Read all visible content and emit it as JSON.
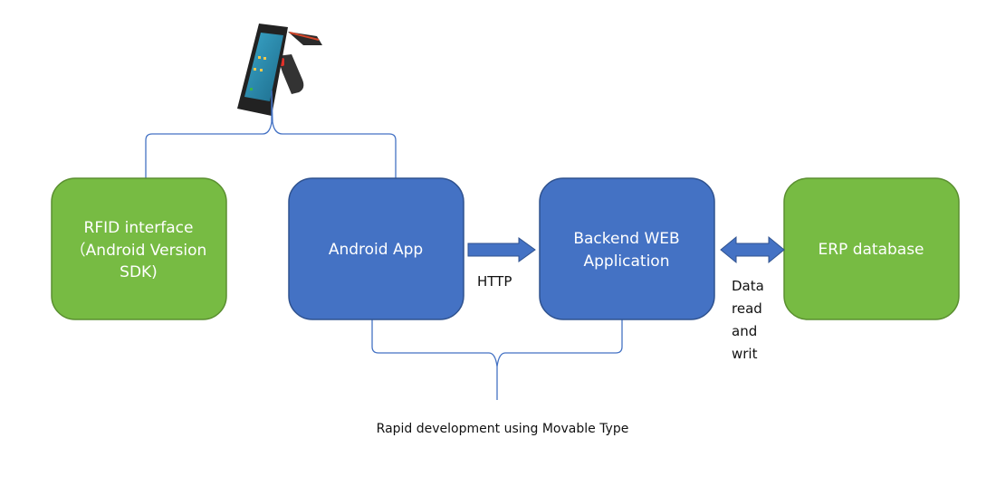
{
  "colors": {
    "green": "#77BB43",
    "green_border": "#5A8F30",
    "blue": "#4472C4",
    "blue_border": "#2F528F",
    "connector": "#4472C4"
  },
  "device": {
    "icon": "rfid-handheld-scanner-icon"
  },
  "nodes": {
    "rfid": {
      "lines": [
        "RFID interface",
        "（Android Version",
        "SDK)"
      ]
    },
    "android": {
      "lines": [
        "Android App"
      ]
    },
    "backend": {
      "lines": [
        "Backend WEB",
        "Application"
      ]
    },
    "erp": {
      "lines": [
        "ERP database"
      ]
    }
  },
  "edges": {
    "http": {
      "label": "HTTP"
    },
    "data": {
      "lines": [
        "Data",
        "read",
        "and",
        "writ"
      ]
    }
  },
  "caption": "Rapid development using Movable Type"
}
